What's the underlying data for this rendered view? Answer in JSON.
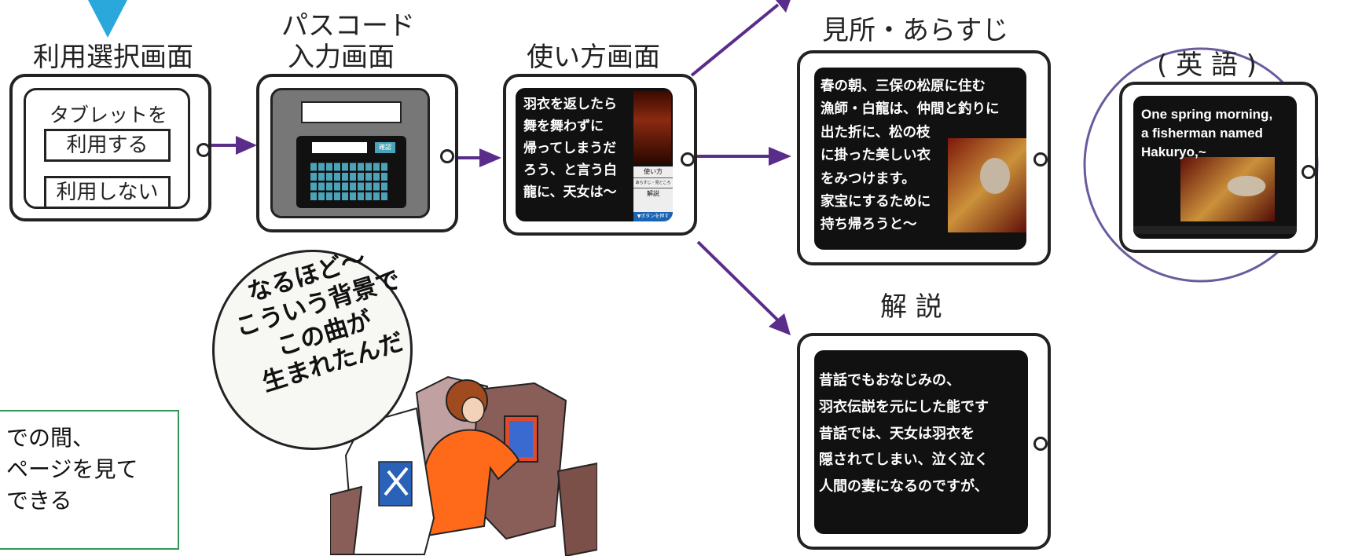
{
  "titles": {
    "select": "利用選択画面",
    "passcode_line1": "パスコード",
    "passcode_line2": "入力画面",
    "howto": "使い方画面",
    "highlights": "見所・あらすじ",
    "english": "( 英 語 )",
    "commentary": "解 説"
  },
  "select_screen": {
    "heading": "タブレットを",
    "use_button": "利用する",
    "no_use_button": "利用しない"
  },
  "passcode_screen": {
    "enter_button": "確認"
  },
  "howto_screen": {
    "lines": [
      "羽衣を返したら",
      "舞を舞わずに",
      "帰ってしまうだ",
      "ろう、と言う白",
      "龍に、天女は～"
    ],
    "menu_items": [
      "使い方",
      "あらすじ・見どころ",
      "解説"
    ],
    "bottom_hint": "▼ボタンを押す"
  },
  "highlights_screen": {
    "lines": [
      "春の朝、三保の松原に住む",
      "漁師・白龍は、仲間と釣りに",
      "出た折に、松の枝",
      "に掛った美しい衣",
      "をみつけます。",
      "家宝にするために",
      "持ち帰ろうと～"
    ]
  },
  "english_screen": {
    "lines": [
      "One spring morning,",
      "a fisherman named",
      "Hakuryo,~"
    ]
  },
  "commentary_screen": {
    "lines": [
      "昔話でもおなじみの、",
      "羽衣伝説を元にした能です",
      "昔話では、天女は羽衣を",
      "隠されてしまい、泣く泣く",
      "人間の妻になるのですが、"
    ]
  },
  "speech_bubble": {
    "lines": [
      "なるほど～",
      "こういう背景で",
      "この曲が",
      "生まれたんだ"
    ]
  },
  "callout": {
    "lines": [
      "での間、",
      "ページを見て",
      "できる"
    ]
  },
  "colors": {
    "arrow": "#5a2d8a",
    "marker_triangle": "#2aa8dc",
    "english_circle": "#6b5a9e",
    "callout_border": "#2e9a55",
    "screen_dark": "#111111",
    "keypad": "#4aa3b8"
  }
}
